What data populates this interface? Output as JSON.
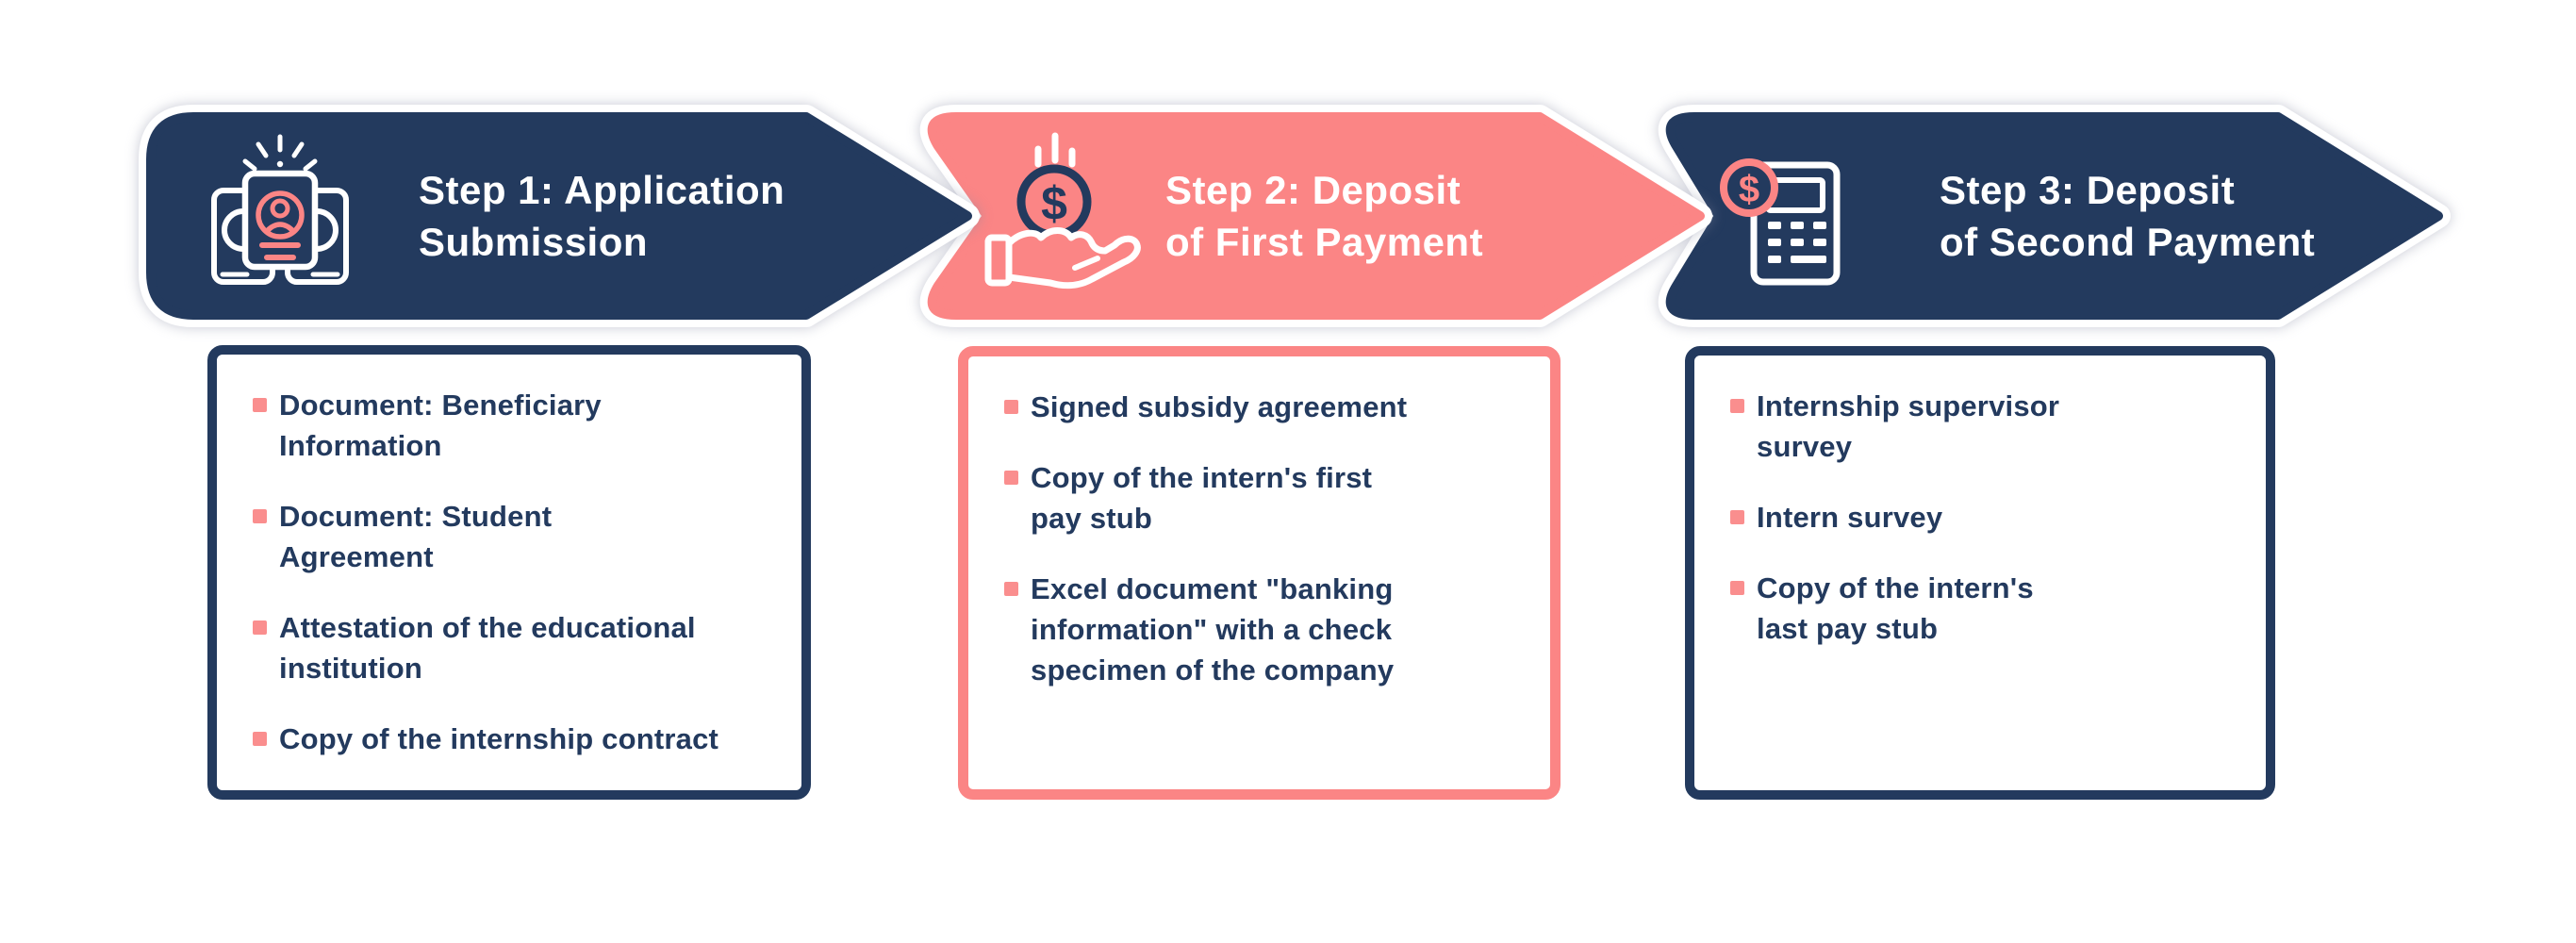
{
  "colors": {
    "navy": "#233A5E",
    "pink": "#FB8585",
    "bullet_pink": "#FA8E8E",
    "text_navy": "#233A5E",
    "background": "#FFFFFF",
    "title_text": "#FFFFFF"
  },
  "steps": [
    {
      "title": "Step 1: Application\nSubmission",
      "icon": "id-card-documents-icon",
      "items": [
        "Document: Beneficiary\nInformation",
        "Document: Student\nAgreement",
        "Attestation of the educational\ninstitution",
        "Copy of the internship contract"
      ]
    },
    {
      "title": "Step 2: Deposit\nof First Payment",
      "icon": "hand-receiving-coin-icon",
      "items": [
        "Signed subsidy agreement",
        "Copy of the intern's first\npay stub",
        "Excel document \"banking\ninformation\" with a check\nspecimen of the company"
      ]
    },
    {
      "title": "Step 3: Deposit\nof Second Payment",
      "icon": "calculator-coin-icon",
      "items": [
        "Internship supervisor\nsurvey",
        "Intern survey",
        "Copy of the intern's\nlast pay stub"
      ]
    }
  ]
}
